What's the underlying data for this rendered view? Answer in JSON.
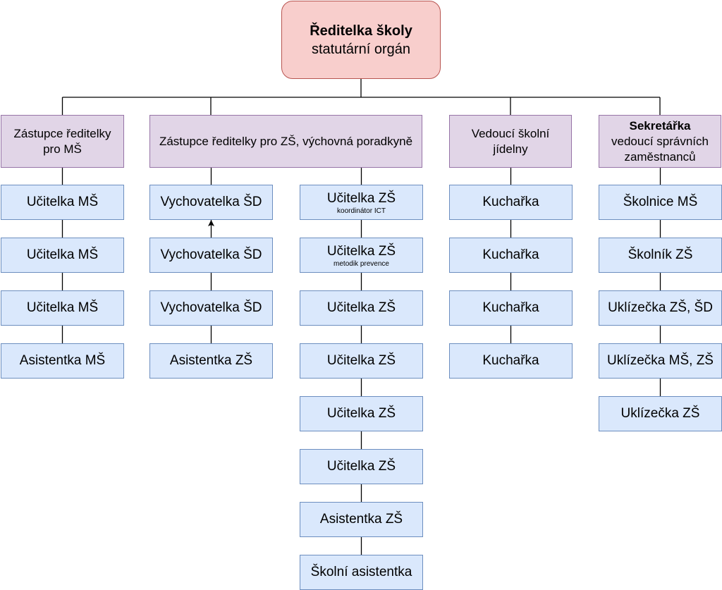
{
  "root": {
    "title": "Ředitelka školy",
    "subtitle": "statutární orgán"
  },
  "heads": [
    {
      "title": "Zástupce ředitelky pro MŠ"
    },
    {
      "title": "Zástupce ředitelky pro ZŠ, výchovná poradkyně"
    },
    {
      "title": "Vedoucí školní jídelny"
    },
    {
      "title": "Sekretářka",
      "subtitle": "vedoucí správních zaměstnanců"
    }
  ],
  "columns": [
    {
      "label": "ms",
      "items": [
        {
          "title": "Učitelka MŠ"
        },
        {
          "title": "Učitelka MŠ"
        },
        {
          "title": "Učitelka MŠ"
        },
        {
          "title": "Asistentka MŠ"
        }
      ]
    },
    {
      "label": "sd",
      "items": [
        {
          "title": "Vychovatelka ŠD"
        },
        {
          "title": "Vychovatelka ŠD"
        },
        {
          "title": "Vychovatelka ŠD"
        },
        {
          "title": "Asistentka ZŠ"
        }
      ]
    },
    {
      "label": "zs",
      "items": [
        {
          "title": "Učitelka ZŠ",
          "sub": "koordinátor ICT"
        },
        {
          "title": "Učitelka ZŠ",
          "sub": "metodik prevence"
        },
        {
          "title": "Učitelka ZŠ"
        },
        {
          "title": "Učitelka ZŠ"
        },
        {
          "title": "Učitelka ZŠ"
        },
        {
          "title": "Učitelka ZŠ"
        },
        {
          "title": "Asistentka ZŠ"
        },
        {
          "title": "Školní asistentka"
        }
      ]
    },
    {
      "label": "jidelna",
      "items": [
        {
          "title": "Kuchařka"
        },
        {
          "title": "Kuchařka"
        },
        {
          "title": "Kuchařka"
        },
        {
          "title": "Kuchařka"
        }
      ]
    },
    {
      "label": "sprava",
      "items": [
        {
          "title": "Školnice MŠ"
        },
        {
          "title": "Školník ZŠ"
        },
        {
          "title": "Uklízečka ZŠ, ŠD"
        },
        {
          "title": "Uklízečka MŠ, ZŠ"
        },
        {
          "title": "Uklízečka ZŠ"
        }
      ]
    }
  ]
}
